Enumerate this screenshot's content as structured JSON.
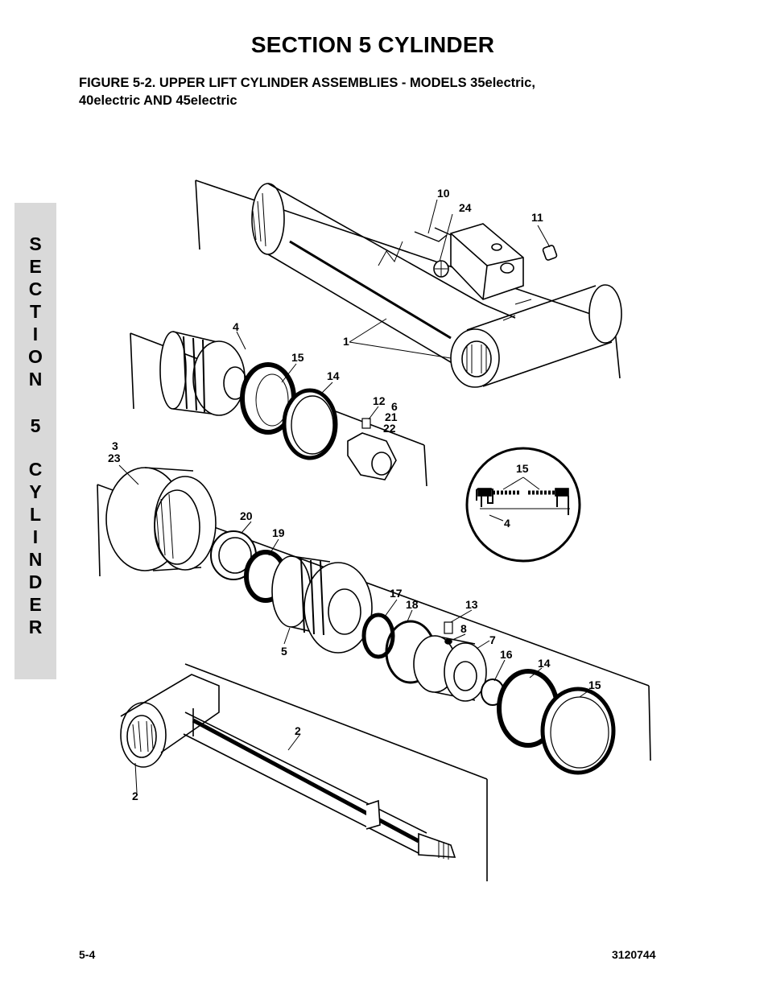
{
  "header": {
    "section_title": "SECTION 5  CYLINDER",
    "figure_caption_line1": "FIGURE 5-2.   UPPER LIFT CYLINDER ASSEMBLIES - MODELS 35electric,",
    "figure_caption_line2": "40electric AND 45electric"
  },
  "side_tab": {
    "letters": [
      "S",
      "E",
      "C",
      "T",
      "I",
      "O",
      "N",
      "5",
      "C",
      "Y",
      "L",
      "I",
      "N",
      "D",
      "E",
      "R"
    ]
  },
  "diagram": {
    "callouts": [
      "10",
      "24",
      "11",
      "1",
      "4",
      "15",
      "14",
      "12",
      "6",
      "21",
      "22",
      "3",
      "23",
      "15",
      "4",
      "20",
      "19",
      "17",
      "18",
      "13",
      "8",
      "7",
      "16",
      "14",
      "15",
      "5",
      "2",
      "2"
    ]
  },
  "footer": {
    "page_number": "5-4",
    "document_number": "3120744"
  }
}
